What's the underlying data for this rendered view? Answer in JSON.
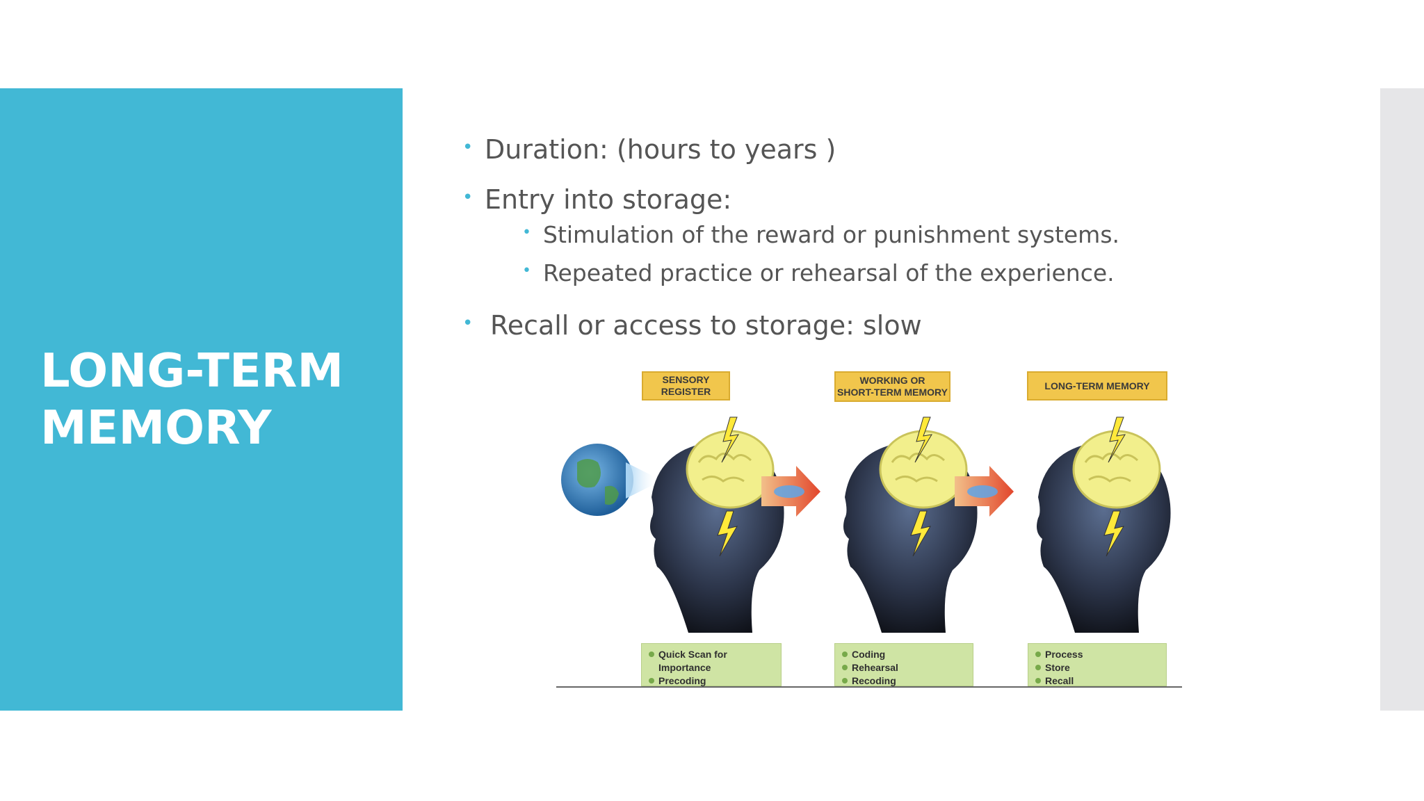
{
  "slide": {
    "title_line1": "LONG-TERM",
    "title_line2": "MEMORY"
  },
  "bullets": {
    "duration": "Duration: (hours to years )",
    "entry": "Entry into storage:",
    "entry_sub1": "Stimulation of the reward or punishment systems.",
    "entry_sub2": "Repeated practice or rehearsal of the experience.",
    "recall": "Recall or access to storage: slow"
  },
  "figure": {
    "stages": [
      {
        "label_line1": "SENSORY REGISTER",
        "label_line2": "",
        "items": [
          "Quick Scan for Importance",
          "Precoding"
        ]
      },
      {
        "label_line1": "WORKING OR",
        "label_line2": "SHORT-TERM MEMORY",
        "items": [
          "Coding",
          "Rehearsal",
          "Recoding"
        ]
      },
      {
        "label_line1": "LONG-TERM MEMORY",
        "label_line2": "",
        "items": [
          "Process",
          "Store",
          "Recall"
        ]
      }
    ]
  },
  "colors": {
    "accent": "#42b8d5",
    "side_band": "#e6e6e8",
    "text": "#555555",
    "label_yellow": "#f1c64c",
    "box_green": "#cfe4a4"
  },
  "icons": [
    "globe-icon",
    "head-silhouette-icon",
    "brain-icon",
    "lightning-icon",
    "arrow-right-icon",
    "bullet-dot-icon"
  ]
}
